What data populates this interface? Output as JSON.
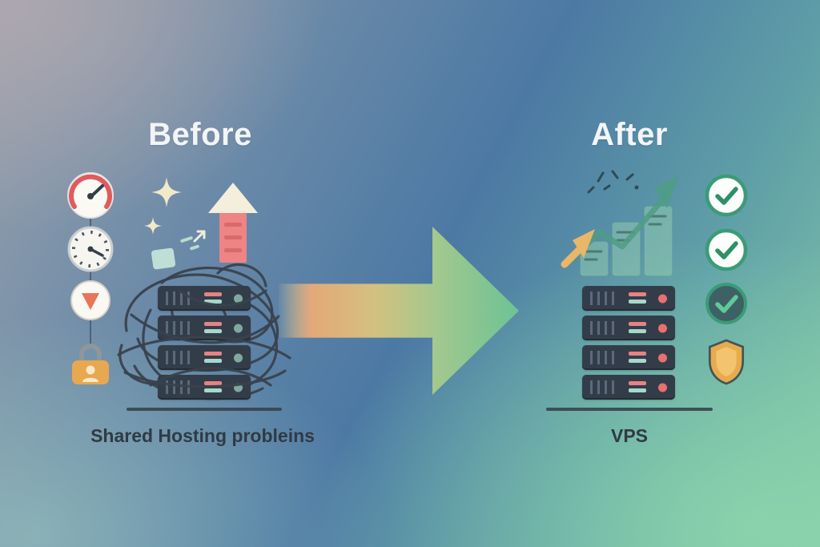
{
  "scene": {
    "before": {
      "title": "Before",
      "caption": "Shared Hosting probleins",
      "server_count": 4,
      "icons": [
        "speedometer-icon",
        "gauge-icon",
        "warning-gauge-icon",
        "padlock-icon",
        "sparkle-icon",
        "up-arrow-icon",
        "tangled-cables"
      ]
    },
    "after": {
      "title": "After",
      "caption": "VPS",
      "server_count": 4,
      "icons": [
        "growth-chart-icon",
        "check-icon",
        "check-icon",
        "check-icon-filled",
        "shield-icon"
      ]
    },
    "transition": {
      "icon": "right-arrow-gradient"
    }
  },
  "colors": {
    "title-color": "#f3f4f6",
    "caption-color": "#303a45",
    "server-body": "#333d4a",
    "led-red": "#e58383",
    "led-teal": "#a6d8cb",
    "dot-teal": "#7fa99f",
    "dot-red": "#ea6f6f",
    "check-green": "#3a9c77",
    "check-dark-fill": "#3e6165",
    "shield-orange": "#e9aa4e",
    "lock-orange": "#e8a84f",
    "alert-red": "#e05c5c",
    "wire-dark": "#39424d",
    "ground-color": "#39434d",
    "arrow-start": "#ebaa76",
    "arrow-end": "#6ec595",
    "chart-green": "#4e9e82",
    "bar-green": "#9ed4b4",
    "sparkle-cream": "#f2e9c9"
  }
}
